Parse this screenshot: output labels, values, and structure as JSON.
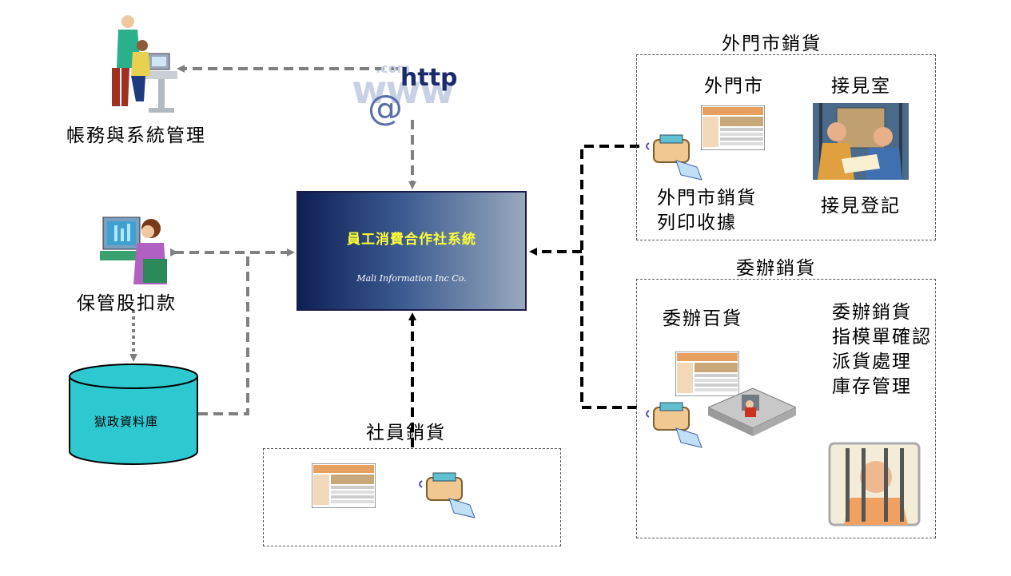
{
  "central": {
    "title": "員工消費合作社系統",
    "subtitle": "Mali Information Inc Co."
  },
  "http": {
    "text": "http",
    "watermark": "www",
    "dot": ".com",
    "at": "@"
  },
  "nodes": {
    "admin": "帳務與系統管理",
    "custody": "保管股扣款",
    "database": "獄政資料庫"
  },
  "member_sales": {
    "title": "社員銷貨"
  },
  "outside_sales": {
    "title": "外門市銷貨",
    "store_label": "外門市",
    "visit_room_label": "接見室",
    "store_tasks": [
      "外門市銷貨",
      "列印收據"
    ],
    "visit_task": "接見登記"
  },
  "consign_sales": {
    "title": "委辦銷貨",
    "store_label": "委辦百貨",
    "tasks": [
      "委辦銷貨",
      "指模單確認",
      "派貨處理",
      "庫存管理"
    ]
  },
  "colors": {
    "gray_line": "#808080",
    "black_line": "#000000",
    "central_title": "#ffff33"
  }
}
